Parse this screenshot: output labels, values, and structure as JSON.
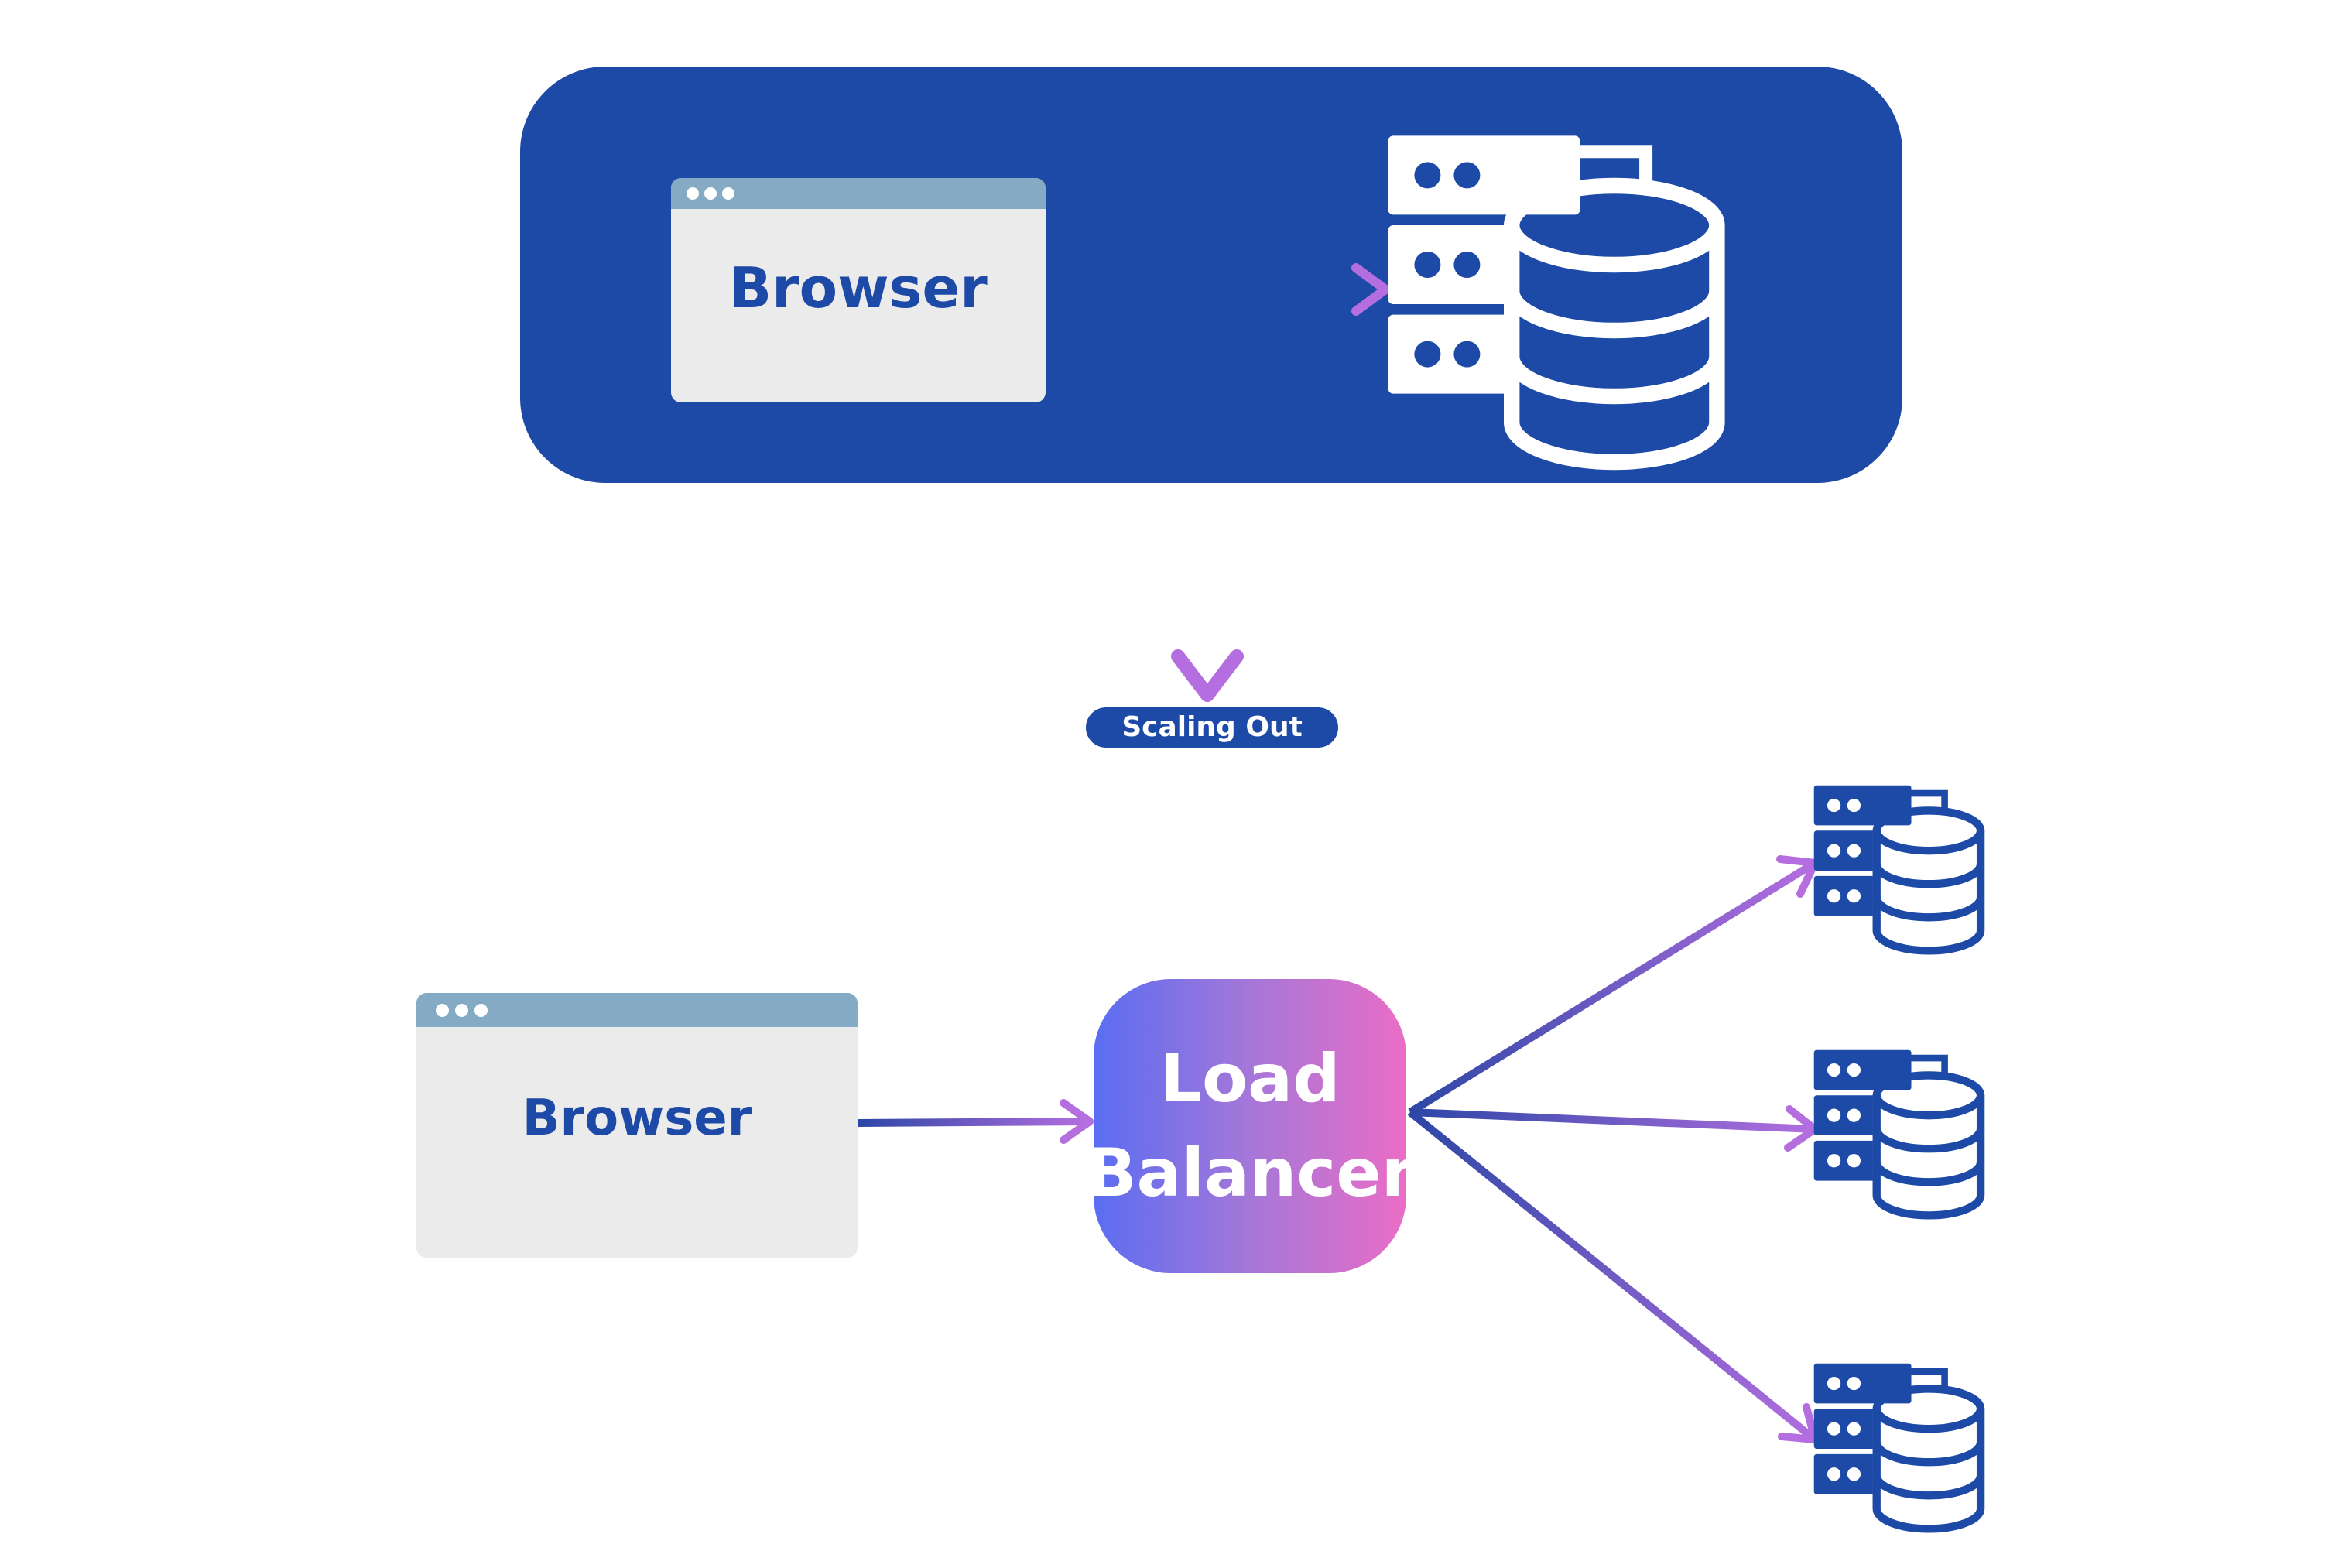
{
  "colors": {
    "brand_blue": "#1d4aa6",
    "arrow_start": "#2c47a6",
    "arrow_end": "#b46ee0",
    "browser_body": "#ebebeb",
    "browser_titlebar": "#85abc4",
    "lb_gradient": [
      "#5a6df2",
      "#a577d8",
      "#ea6dc6"
    ]
  },
  "top_panel": {
    "browser_label": "Browser",
    "server_icon": "server-database-icon"
  },
  "scaling_label": "Scaling Out",
  "bottom": {
    "browser_label": "Browser",
    "load_balancer": {
      "line1": "Load",
      "line2": "Balancer"
    },
    "server_icon": "server-database-icon",
    "server_count": 3
  }
}
